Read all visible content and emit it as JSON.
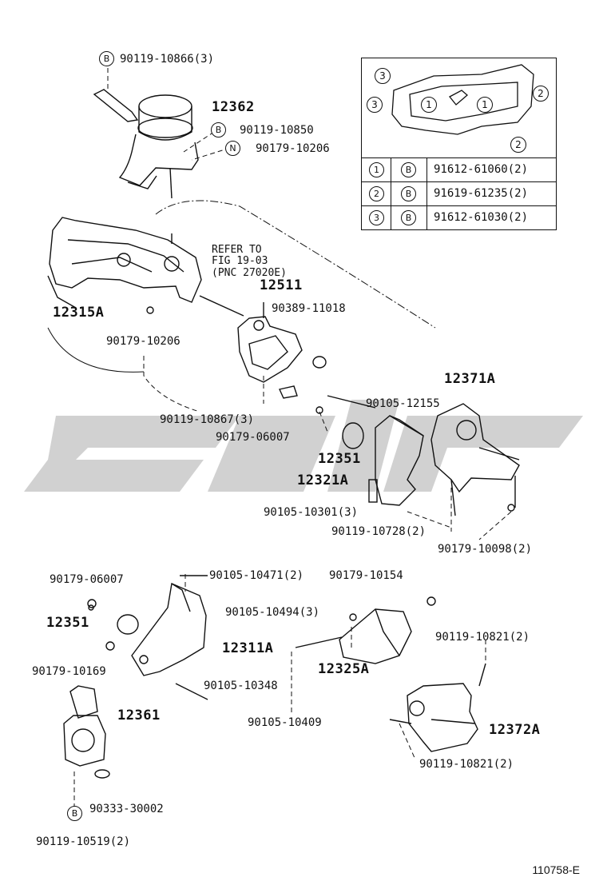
{
  "figure_id": "110758-E",
  "refer_note": {
    "line1": "REFER TO",
    "line2": "FIG 19-03",
    "line3": "(PNC 27020E)"
  },
  "callout_letters": {
    "b": "B",
    "n": "N"
  },
  "legend": {
    "gasket_numbers": [
      "3",
      "3",
      "1",
      "1",
      "2",
      "2"
    ],
    "rows": [
      {
        "num": "1",
        "mark": "B",
        "part": "91612-61060(2)"
      },
      {
        "num": "2",
        "mark": "B",
        "part": "91619-61235(2)"
      },
      {
        "num": "3",
        "mark": "B",
        "part": "91612-61030(2)"
      }
    ]
  },
  "labels": {
    "p90119_10866": "90119-10866(3)",
    "p12362": "12362",
    "p90119_10850": "90119-10850",
    "p90179_10206_top": "90179-10206",
    "p12315A": "12315A",
    "p90179_10206_mid": "90179-10206",
    "p12511": "12511",
    "p90389_11018": "90389-11018",
    "p90119_10867": "90119-10867(3)",
    "p90179_06007_a": "90179-06007",
    "p90105_12155": "90105-12155",
    "p12371A": "12371A",
    "p12351_a": "12351",
    "p12321A": "12321A",
    "p90105_10301": "90105-10301(3)",
    "p90119_10728": "90119-10728(2)",
    "p90179_10098": "90179-10098(2)",
    "p90179_06007_b": "90179-06007",
    "p90105_10471": "90105-10471(2)",
    "p90179_10154": "90179-10154",
    "p90105_10494": "90105-10494(3)",
    "p12351_b": "12351",
    "p12311A": "12311A",
    "p12325A": "12325A",
    "p90119_10821_a": "90119-10821(2)",
    "p90179_10169": "90179-10169",
    "p90105_10348": "90105-10348",
    "p12361": "12361",
    "p90105_10409": "90105-10409",
    "p12372A": "12372A",
    "p90119_10821_b": "90119-10821(2)",
    "p90333_30002": "90333-30002",
    "p90119_10519": "90119-10519(2)"
  }
}
